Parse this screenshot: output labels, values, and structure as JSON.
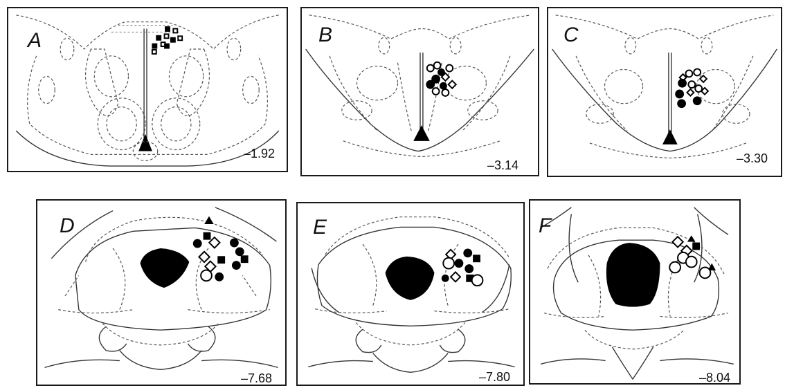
{
  "figure": {
    "panels": [
      {
        "label": "A",
        "coordinate": "–1.92"
      },
      {
        "label": "B",
        "coordinate": "–3.14"
      },
      {
        "label": "C",
        "coordinate": "–3.30"
      },
      {
        "label": "D",
        "coordinate": "–7.68"
      },
      {
        "label": "E",
        "coordinate": "–7.80"
      },
      {
        "label": "F",
        "coordinate": "–8.04"
      }
    ],
    "marker_types": [
      "filled-circle",
      "open-circle",
      "filled-square",
      "open-square",
      "open-diamond",
      "filled-triangle"
    ],
    "colors": {
      "ink": "#000000",
      "outline": "#555555",
      "background": "#ffffff"
    }
  }
}
